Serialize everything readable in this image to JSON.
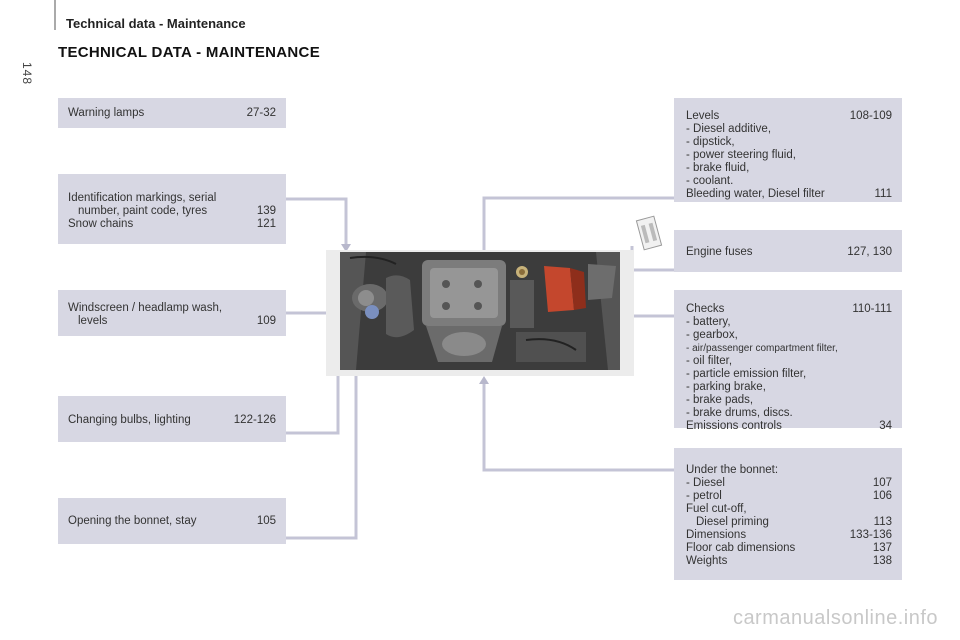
{
  "header": {
    "section_title": "Technical data - Maintenance",
    "page_number": "148"
  },
  "main_title": "TECHNICAL DATA - MAINTENANCE",
  "left_boxes": {
    "warning": {
      "label": "Warning lamps",
      "pages": "27-32"
    },
    "identification": {
      "line1": "Identification markings, serial",
      "line2": "number, paint code, tyres",
      "pages1": "139",
      "line3": "Snow chains",
      "pages2": "121"
    },
    "windscreen": {
      "line1": "Windscreen / headlamp wash,",
      "line2": "levels",
      "pages": "109"
    },
    "bulbs": {
      "label": "Changing bulbs, lighting",
      "pages": "122-126"
    },
    "bonnet": {
      "label": "Opening the bonnet, stay",
      "pages": "105"
    }
  },
  "right_boxes": {
    "levels": {
      "title": "Levels",
      "pages": "108-109",
      "items": [
        "-  Diesel additive,",
        "-  dipstick,",
        "-  power steering fluid,",
        "-  brake fluid,",
        "-  coolant."
      ],
      "footer": "Bleeding water, Diesel filter",
      "footer_pages": "111"
    },
    "fuses": {
      "label": "Engine fuses",
      "pages": "127, 130"
    },
    "checks": {
      "title": "Checks",
      "pages": "110-111",
      "items": [
        "-  battery,",
        "-  gearbox,",
        "-  air/passenger compartment filter,",
        "-  oil filter,",
        "-  particle emission filter,",
        "-  parking brake,",
        "-  brake pads,",
        "-  brake drums, discs."
      ],
      "footer": "Emissions controls",
      "footer_pages": "34"
    },
    "under_bonnet": {
      "title": "Under the bonnet:",
      "diesel": "-  Diesel",
      "diesel_pages": "107",
      "petrol": "-  petrol",
      "petrol_pages": "106",
      "fuel1": "Fuel cut-off,",
      "fuel2": "Diesel priming",
      "fuel_pages": "113",
      "dimensions": "Dimensions",
      "dimensions_pages": "133-136",
      "floor": "Floor cab dimensions",
      "floor_pages": "137",
      "weights": "Weights",
      "weights_pages": "138"
    }
  },
  "watermark": "carmanualsonline.info",
  "colors": {
    "box_bg": "#d7d7e3",
    "connector": "#c4c4d6",
    "arrow": "#b8b8cc"
  }
}
